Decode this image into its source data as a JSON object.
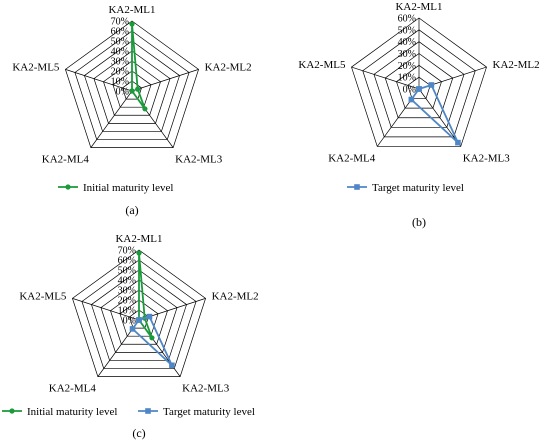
{
  "colors": {
    "initial": "#1a9a3a",
    "target": "#4f86c6",
    "grid": "#000000"
  },
  "chart_data": [
    {
      "type": "radar",
      "caption": "(a)",
      "axes": [
        "KA2-ML1",
        "KA2-ML2",
        "KA2-ML3",
        "KA2-ML4",
        "KA2-ML5"
      ],
      "ticks": [
        "0%",
        "10%",
        "20%",
        "30%",
        "40%",
        "50%",
        "60%",
        "70%"
      ],
      "rmax": 70,
      "series": [
        {
          "name": "Initial maturity level",
          "key": "initial",
          "marker": "circle",
          "values": [
            67,
            6,
            22,
            0,
            0
          ]
        }
      ]
    },
    {
      "type": "radar",
      "caption": "(b)",
      "axes": [
        "KA2-ML1",
        "KA2-ML2",
        "KA2-ML3",
        "KA2-ML4",
        "KA2-ML5"
      ],
      "ticks": [
        "0%",
        "10%",
        "20%",
        "30%",
        "40%",
        "50%",
        "60%"
      ],
      "rmax": 60,
      "series": [
        {
          "name": "Target maturity level",
          "key": "target",
          "marker": "square",
          "values": [
            0,
            11,
            56,
            11,
            0
          ]
        }
      ]
    },
    {
      "type": "radar",
      "caption": "(c)",
      "axes": [
        "KA2-ML1",
        "KA2-ML2",
        "KA2-ML3",
        "KA2-ML4",
        "KA2-ML5"
      ],
      "ticks": [
        "0%",
        "10%",
        "20%",
        "30%",
        "40%",
        "50%",
        "60%",
        "70%"
      ],
      "rmax": 70,
      "series": [
        {
          "name": "Initial maturity level",
          "key": "initial",
          "marker": "circle",
          "values": [
            67,
            6,
            22,
            0,
            0
          ]
        },
        {
          "name": "Target maturity level",
          "key": "target",
          "marker": "square",
          "values": [
            0,
            11,
            56,
            11,
            0
          ]
        }
      ]
    }
  ]
}
